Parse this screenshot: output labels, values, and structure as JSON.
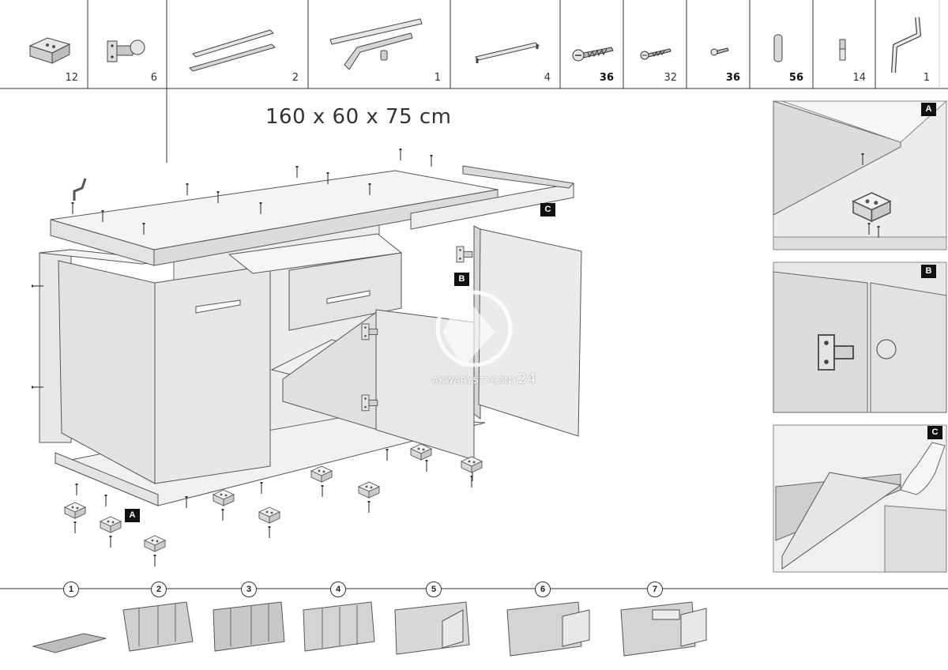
{
  "parts": [
    {
      "name": "leveling-foot-block-icon",
      "count": "12",
      "bold": false
    },
    {
      "name": "cabinet-hinge-icon",
      "count": "6",
      "bold": false
    },
    {
      "name": "drawer-slide-pair-icon",
      "count": "2",
      "bold": false
    },
    {
      "name": "sliding-rail-set-icon",
      "count": "1",
      "bold": false
    },
    {
      "name": "door-handle-icon",
      "count": "4",
      "bold": false
    },
    {
      "name": "large-screw-with-anchor-icon",
      "count": "36",
      "bold": true
    },
    {
      "name": "medium-screw-icon",
      "count": "32",
      "bold": false
    },
    {
      "name": "small-screw-icon",
      "count": "36",
      "bold": true
    },
    {
      "name": "wooden-dowel-icon",
      "count": "56",
      "bold": true
    },
    {
      "name": "shelf-pin-icon",
      "count": "14",
      "bold": false
    },
    {
      "name": "allen-key-icon",
      "count": "1",
      "bold": false
    }
  ],
  "dimensions": "160 x 60 x 75 cm",
  "callouts": {
    "a": "A",
    "b": "B",
    "c": "C"
  },
  "steps": [
    "1",
    "2",
    "3",
    "4",
    "5",
    "6",
    "7"
  ],
  "watermark": {
    "text": "AKWARYSTYCZNY",
    "number": "24"
  }
}
